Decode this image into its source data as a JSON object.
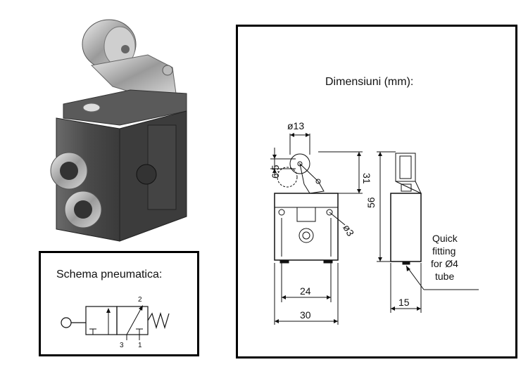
{
  "schema": {
    "title": "Schema pneumatica:",
    "port_2": "2",
    "port_3": "3",
    "port_1": "1"
  },
  "dimensions": {
    "title": "Dimensiuni (mm):",
    "d_roller": "ø13",
    "d_6_5": "6.5",
    "d_31": "31",
    "d_56": "56",
    "d_hole": "ø3",
    "d_24": "24",
    "d_30": "30",
    "d_15": "15",
    "note_line1": "Quick",
    "note_line2": "fitting",
    "note_line3": "for Ø4",
    "note_line4": "tube"
  }
}
